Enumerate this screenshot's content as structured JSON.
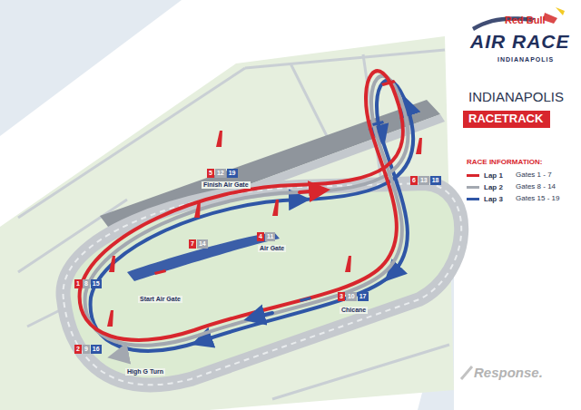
{
  "diagram": {
    "labels": [
      "Red Bull",
      "AIR RACE",
      "INDIANAPOLIS",
      "INDIANAPOLIS",
      "RACETRACK",
      "RACE INFORMATION:",
      "Gates 1 - 7",
      "Gates 8 - 14",
      "Gates 15 - 19",
      "5",
      "12",
      "19",
      "Finish Air Gate",
      "6",
      "13",
      "18",
      "4",
      "11",
      "Air Gate",
      "7",
      "14",
      "1",
      "8",
      "15",
      "Start Air Gate",
      "3",
      "10",
      "17",
      "Chicane",
      "2",
      "9",
      "16",
      "High G Turn",
      "Response."
    ],
    "legend": [
      {
        "text": "Lap 1",
        "color": "#d8262d"
      },
      {
        "text": "Lap 2",
        "color": "#a3a8b0"
      },
      {
        "text": "Lap 3",
        "color": "#2f56a6"
      }
    ]
  }
}
